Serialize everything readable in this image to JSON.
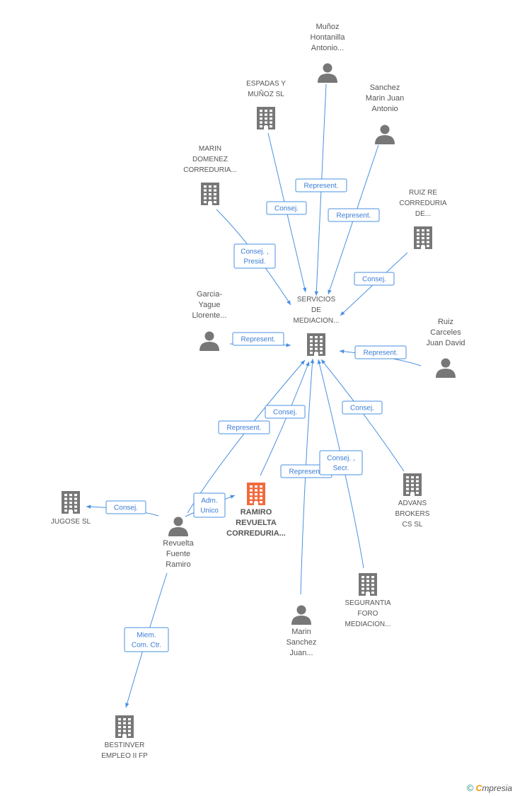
{
  "colors": {
    "edge": "#4a90e2",
    "node": "#777777",
    "focus": "#f26a3d",
    "label": "#555555"
  },
  "nodes": [
    {
      "id": "servicios",
      "kind": "company",
      "label": [
        "SERVICIOS",
        "DE",
        "MEDIACION..."
      ]
    },
    {
      "id": "munoz_hont",
      "kind": "person",
      "label": [
        "Muñoz",
        "Hontanilla",
        "Antonio..."
      ]
    },
    {
      "id": "espadas",
      "kind": "company",
      "label": [
        "ESPADAS Y",
        "MUÑOZ SL"
      ]
    },
    {
      "id": "sanchez",
      "kind": "person",
      "label": [
        "Sanchez",
        "Marin Juan",
        "Antonio"
      ]
    },
    {
      "id": "marin_dom",
      "kind": "company",
      "label": [
        "MARIN",
        "DOMENEZ",
        "CORREDURIA..."
      ]
    },
    {
      "id": "ruiz_re",
      "kind": "company",
      "label": [
        "RUIZ RE",
        "CORREDURIA",
        "DE..."
      ]
    },
    {
      "id": "garcia",
      "kind": "person",
      "label": [
        "Garcia-",
        "Yague",
        "Llorente..."
      ]
    },
    {
      "id": "ruiz_carceles",
      "kind": "person",
      "label": [
        "Ruiz",
        "Carceles",
        "Juan David"
      ]
    },
    {
      "id": "ramiro_corr",
      "kind": "company",
      "focus": true,
      "label": [
        "RAMIRO",
        "REVUELTA",
        "CORREDURIA..."
      ]
    },
    {
      "id": "jugose",
      "kind": "company",
      "label": [
        "JUGOSE SL"
      ]
    },
    {
      "id": "revuelta",
      "kind": "person",
      "label": [
        "Revuelta",
        "Fuente",
        "Ramiro"
      ]
    },
    {
      "id": "advans",
      "kind": "company",
      "label": [
        "ADVANS",
        "BROKERS",
        "CS  SL"
      ]
    },
    {
      "id": "marin_sanchez",
      "kind": "person",
      "label": [
        "Marin",
        "Sanchez",
        "Juan..."
      ]
    },
    {
      "id": "segurantia",
      "kind": "company",
      "label": [
        "SEGURANTIA",
        "FORO",
        "MEDIACION..."
      ]
    },
    {
      "id": "bestinver",
      "kind": "company",
      "label": [
        "BESTINVER",
        "EMPLEO II FP"
      ]
    }
  ],
  "edges": [
    {
      "from": "munoz_hont",
      "to": "servicios",
      "label": [
        "Represent."
      ]
    },
    {
      "from": "espadas",
      "to": "servicios",
      "label": [
        "Consej."
      ]
    },
    {
      "from": "sanchez",
      "to": "servicios",
      "label": [
        "Represent."
      ]
    },
    {
      "from": "marin_dom",
      "to": "servicios",
      "label": [
        "Consej. ,",
        "Presid."
      ]
    },
    {
      "from": "ruiz_re",
      "to": "servicios",
      "label": [
        "Consej."
      ]
    },
    {
      "from": "garcia",
      "to": "servicios",
      "label": [
        "Represent."
      ]
    },
    {
      "from": "ruiz_carceles",
      "to": "servicios",
      "label": [
        "Represent."
      ]
    },
    {
      "from": "ramiro_corr",
      "to": "servicios",
      "label": [
        "Consej."
      ]
    },
    {
      "from": "revuelta",
      "to": "servicios",
      "label": [
        "Represent."
      ]
    },
    {
      "from": "revuelta",
      "to": "ramiro_corr",
      "label": [
        "Adm.",
        "Unico"
      ]
    },
    {
      "from": "revuelta",
      "to": "jugose",
      "label": [
        "Consej."
      ]
    },
    {
      "from": "advans",
      "to": "servicios",
      "label": [
        "Consej."
      ]
    },
    {
      "from": "marin_sanchez",
      "to": "servicios",
      "label": [
        "Represent."
      ]
    },
    {
      "from": "segurantia",
      "to": "servicios",
      "label": [
        "Consej. ,",
        "Secr."
      ]
    },
    {
      "from": "revuelta",
      "to": "bestinver",
      "label": [
        "Miem.",
        "Com. Ctr."
      ]
    }
  ],
  "watermark": {
    "copyright": "©",
    "brand_initial": "C",
    "brand_rest": "mpresia"
  }
}
